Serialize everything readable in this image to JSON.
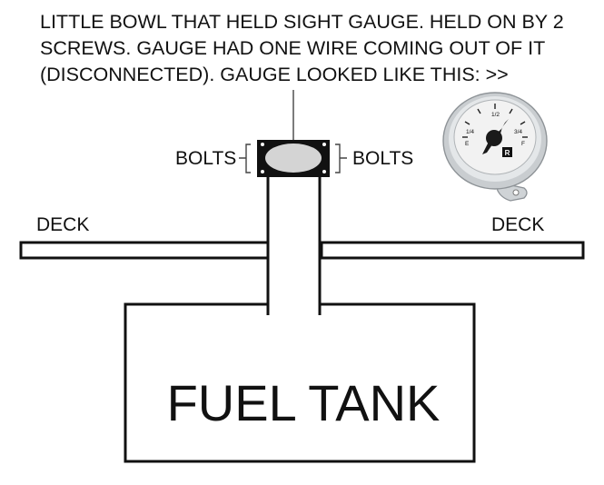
{
  "caption": {
    "lines": [
      "LITTLE BOWL THAT HELD SIGHT GAUGE. HELD ON BY 2",
      "SCREWS. GAUGE HAD ONE WIRE COMING OUT OF IT",
      "(DISCONNECTED). GAUGE LOOKED LIKE THIS: >>"
    ]
  },
  "labels": {
    "bolts_left": "BOLTS",
    "bolts_right": "BOLTS",
    "deck_left": "DECK",
    "deck_right": "DECK",
    "tank": "FUEL TANK"
  },
  "gauge": {
    "marks": [
      "1/4",
      "1/2",
      "3/4",
      "F",
      "E"
    ],
    "brand_badge": "R"
  },
  "colors": {
    "stroke": "#111111",
    "bowl_fill": "#d4d4d4",
    "gauge_face": "#f2f2f2",
    "gauge_bezel": "#c9cdd0"
  }
}
